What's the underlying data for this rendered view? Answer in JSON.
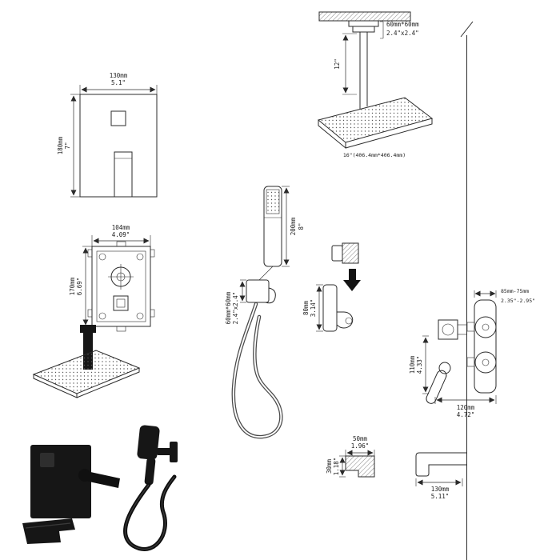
{
  "page": {
    "background": "#ffffff",
    "line_color": "#2b2b2b",
    "render_color": "#161616"
  },
  "labels": {
    "ceiling_flange_mm": "60mm*60mm",
    "ceiling_flange_in": "2.4\"x2.4\"",
    "ceiling_arm_len": "12\"",
    "head_size": "16\"(406.4mm*406.4mm)",
    "trim_w_mm": "130mm",
    "trim_w_in": "5.1\"",
    "trim_h_mm": "180mm",
    "trim_h_in": "7\"",
    "valve_w_mm": "104mm",
    "valve_w_in": "4.09\"",
    "valve_h_mm": "170mm",
    "valve_h_in": "6.69\"",
    "wand_len_mm": "200mm",
    "wand_len_in": "8\"",
    "wand_bracket_mm": "60mm*60mm",
    "wand_bracket_in": "2.4\"x2.4\"",
    "holder_h_mm": "80mm",
    "holder_h_in": "3.14\"",
    "mixer_depth_mm": "85mm-75mm",
    "mixer_depth_in": "2.35\"-2.95\"",
    "mixer_h_mm": "110mm",
    "mixer_h_in": "4.33\"",
    "mixer_w_mm": "120mm",
    "mixer_w_in": "4.72\"",
    "bracket_w_mm": "50mm",
    "bracket_w_in": "1.96\"",
    "bracket_h_mm": "30mm",
    "bracket_h_in": "1.18\"",
    "spout_w_mm": "130mm",
    "spout_w_in": "5.11\""
  }
}
